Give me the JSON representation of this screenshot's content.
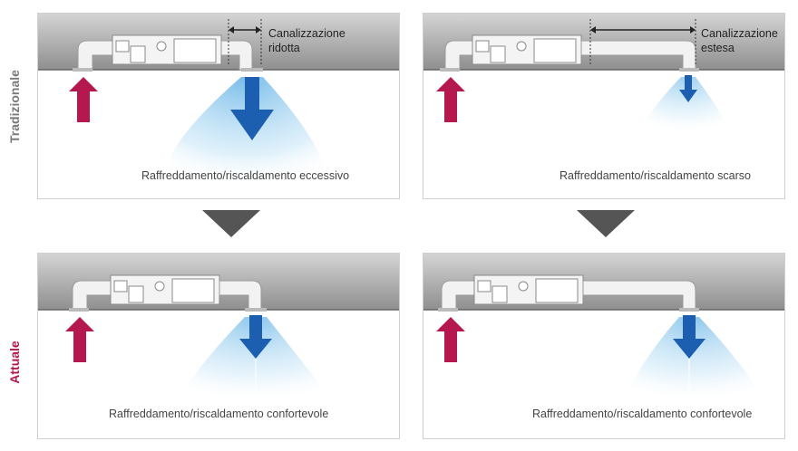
{
  "rows": {
    "top": {
      "label": "Tradizionale",
      "color": "#7a7a7a"
    },
    "bottom": {
      "label": "Attuale",
      "color": "#b5174f"
    }
  },
  "panels": {
    "top_left": {
      "caption": "Raffreddamento/riscaldamento eccessivo",
      "duct_label_line1": "Canalizzazione",
      "duct_label_line2": "ridotta"
    },
    "top_right": {
      "caption": "Raffreddamento/riscaldamento scarso",
      "duct_label_line1": "Canalizzazione",
      "duct_label_line2": "estesa"
    },
    "bottom_left": {
      "caption": "Raffreddamento/riscaldamento confortevole"
    },
    "bottom_right": {
      "caption": "Raffreddamento/riscaldamento confortevole"
    }
  },
  "colors": {
    "intake_arrow": "#b5174f",
    "supply_arrow": "#1c5fb0",
    "airflow": "#8ec8ec",
    "ceiling_top": "#cfcfcf",
    "ceiling_bottom": "#8f8f8f",
    "transition_arrow": "#555555"
  }
}
